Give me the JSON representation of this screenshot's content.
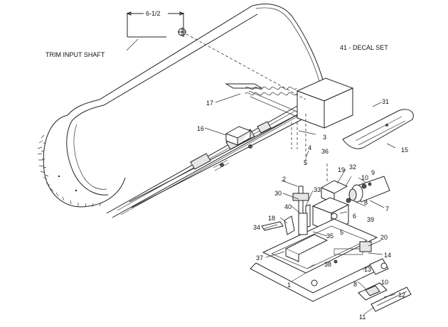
{
  "dimension": "6-1/2",
  "captions": {
    "trim_input_shaft": "TRIM INPUT SHAFT",
    "decal_set": "41 - DECAL SET"
  },
  "callouts": [
    "1",
    "2",
    "3",
    "4",
    "5",
    "6",
    "7",
    "8",
    "9",
    "10",
    "11",
    "12",
    "13",
    "14",
    "15",
    "16",
    "17",
    "18",
    "19",
    "20",
    "30",
    "31",
    "32",
    "33",
    "34",
    "35",
    "36",
    "37",
    "38",
    "39",
    "40"
  ]
}
